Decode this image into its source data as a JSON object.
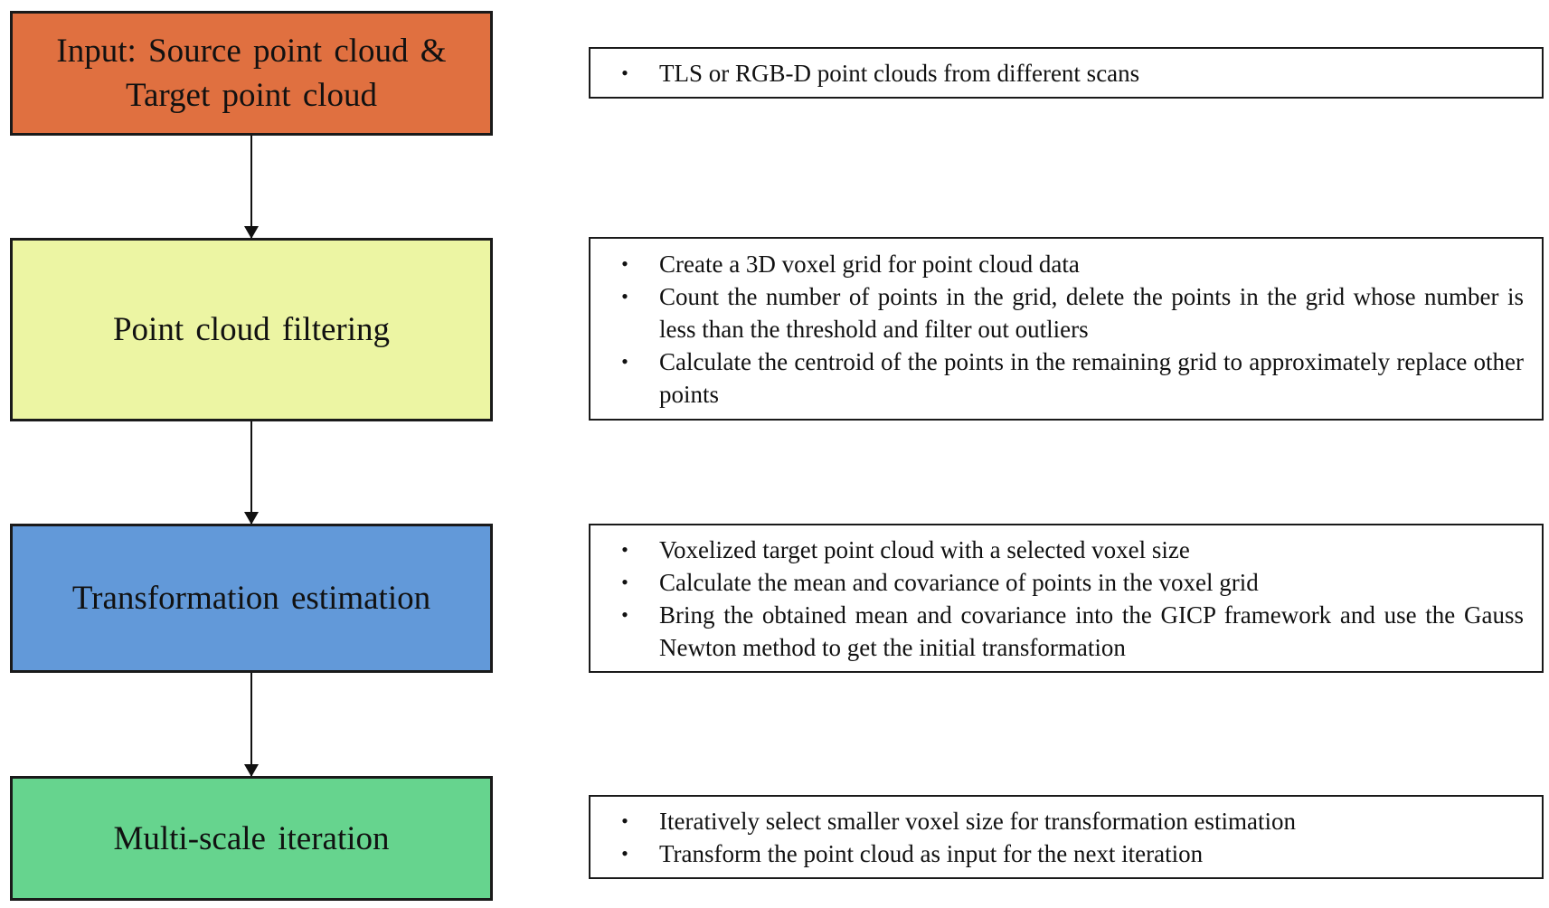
{
  "stages": [
    {
      "label": "Input: Source point cloud & Target point cloud",
      "color": "#e07040",
      "bullets": [
        "TLS or RGB-D point clouds from different scans"
      ]
    },
    {
      "label": "Point cloud filtering",
      "color": "#ecf5a3",
      "bullets": [
        "Create a 3D voxel grid for point cloud data",
        "Count the number of points in the grid, delete the points in the grid whose number is less than the threshold and filter out outliers",
        "Calculate the centroid of the points in the remaining grid to approximately replace other points"
      ]
    },
    {
      "label": "Transformation estimation",
      "color": "#6299d9",
      "bullets": [
        "Voxelized target point cloud with a selected voxel size",
        "Calculate the mean and covariance of points in the voxel grid",
        "Bring the obtained mean and covariance into the GICP framework and use the Gauss Newton method to get the initial transformation"
      ]
    },
    {
      "label": "Multi-scale iteration",
      "color": "#66d48e",
      "bullets": [
        "Iteratively select smaller voxel size for transformation estimation",
        "Transform the point cloud as input for the next iteration"
      ]
    }
  ],
  "bullet_symbol": "•"
}
